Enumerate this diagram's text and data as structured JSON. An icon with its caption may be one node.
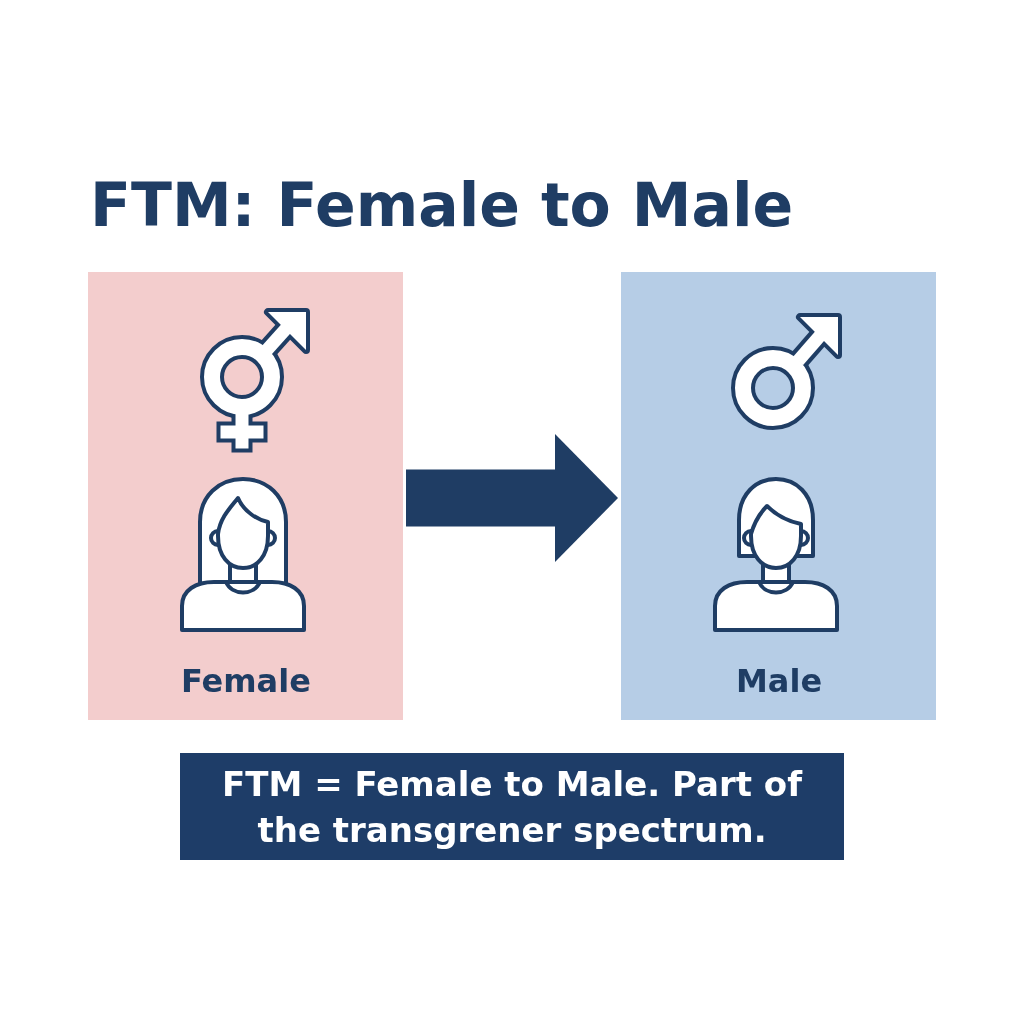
{
  "diagram": {
    "title": "FTM: Female to Male",
    "nodes": [
      {
        "text": [
          "Female"
        ]
      },
      {
        "text": [
          "Male"
        ]
      },
      {
        "text": [
          "FTM = Female to Male. Part of the transgrener spectrum."
        ]
      }
    ],
    "edges": [
      {
        "from": 0,
        "to": 1,
        "arrow": "to"
      }
    ]
  }
}
